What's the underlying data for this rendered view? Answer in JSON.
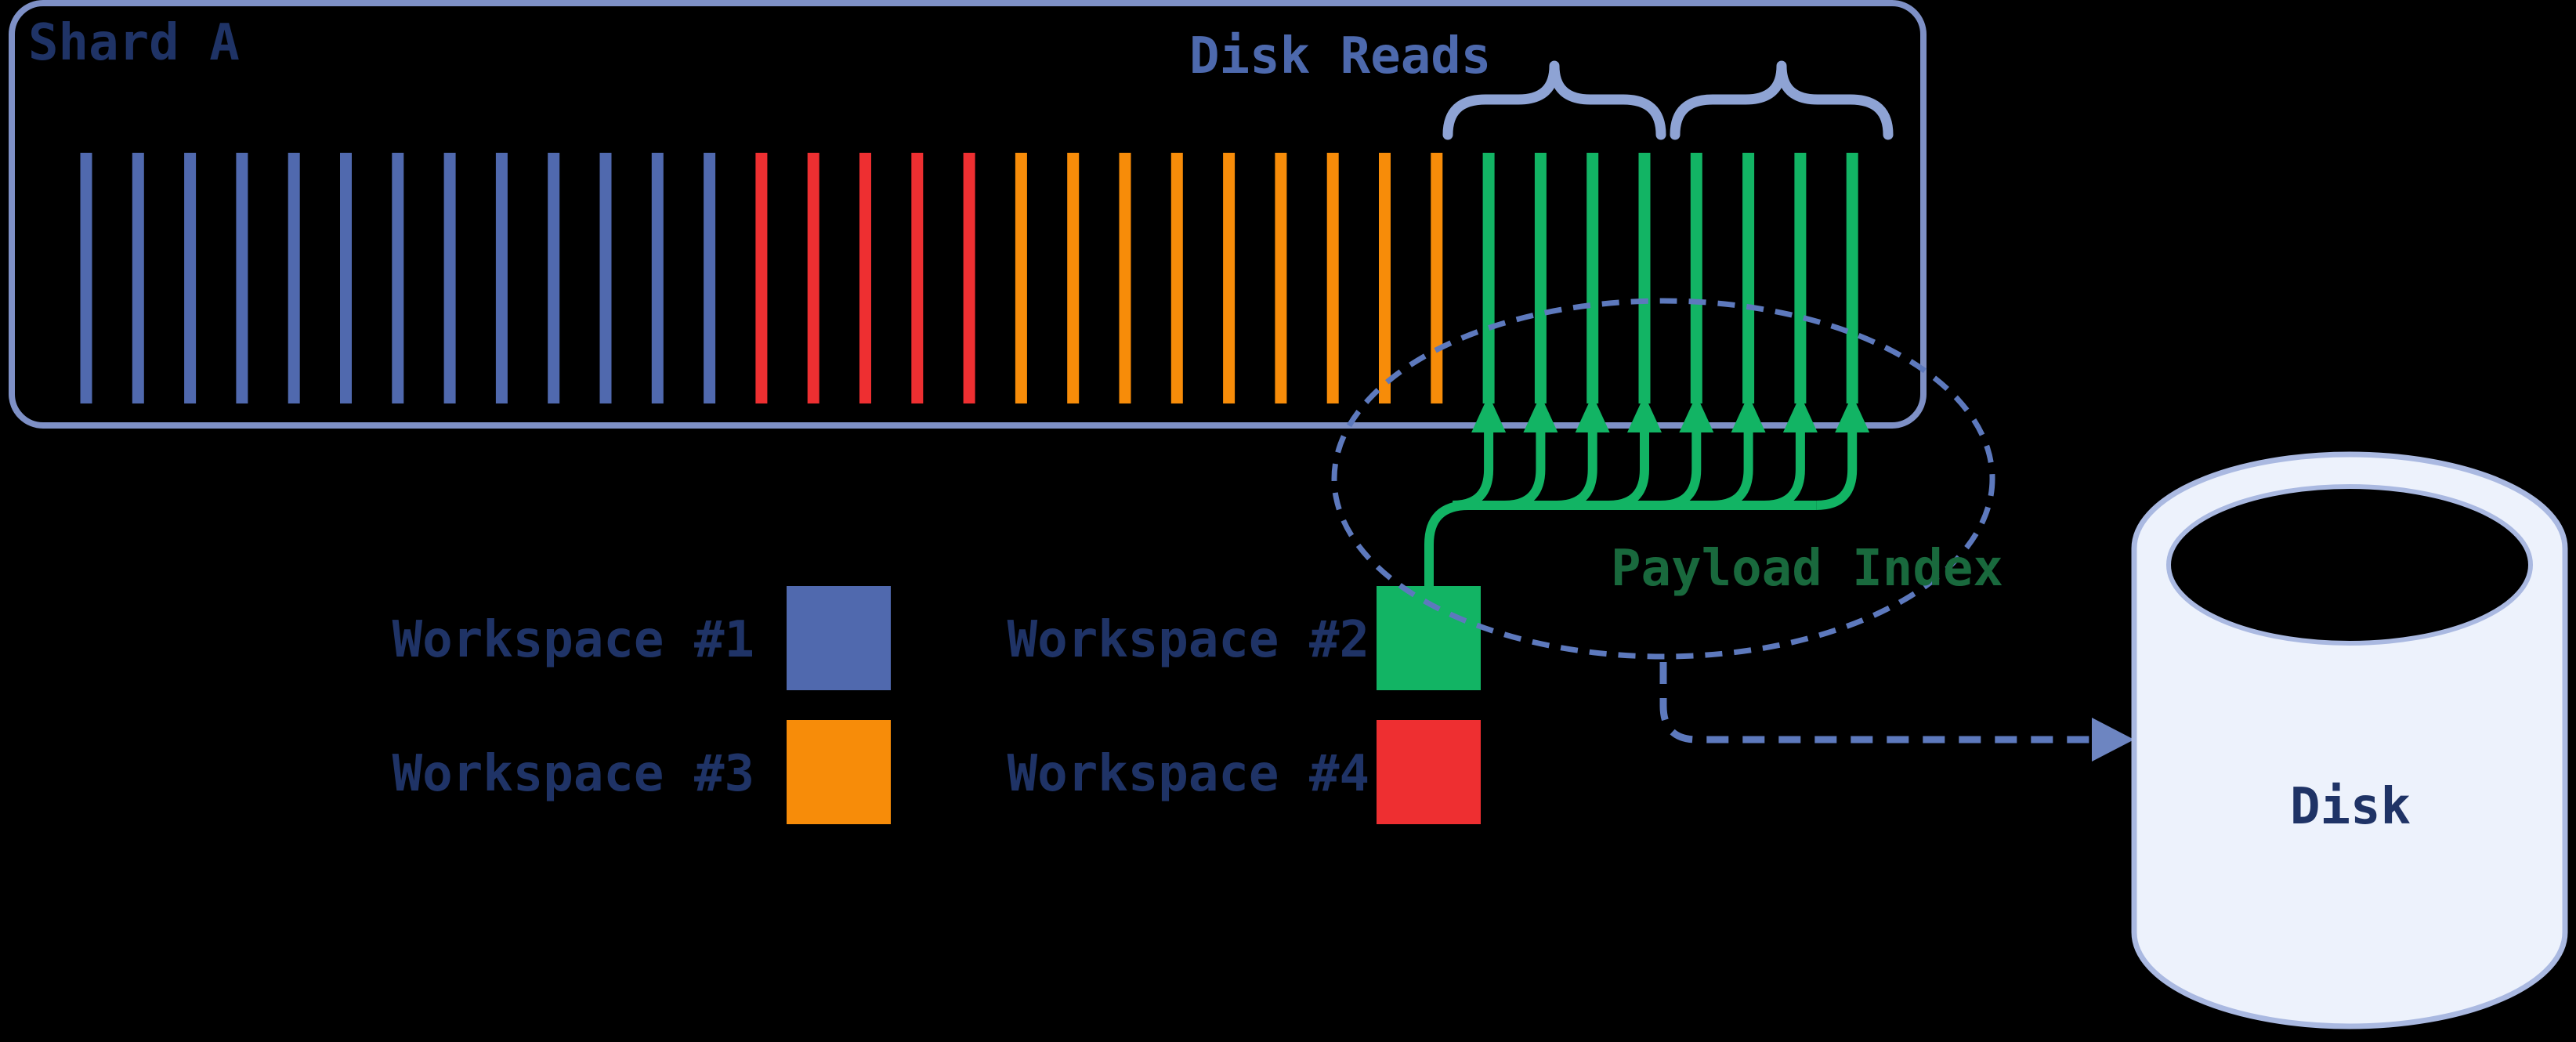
{
  "shard": {
    "label": "Shard A"
  },
  "disk_reads": {
    "label": "Disk Reads",
    "brace_groups": [
      4,
      4
    ]
  },
  "payload_index": {
    "label": "Payload Index",
    "arrow_count": 8
  },
  "disk": {
    "label": "Disk"
  },
  "shard_segments": [
    {
      "workspace": "Workspace #1",
      "color_key": "workspace1",
      "bars": 13
    },
    {
      "workspace": "Workspace #4",
      "color_key": "workspace4",
      "bars": 5
    },
    {
      "workspace": "Workspace #3",
      "color_key": "workspace3",
      "bars": 9
    },
    {
      "workspace": "Workspace #2",
      "color_key": "workspace2",
      "bars": 8
    }
  ],
  "legend": [
    {
      "label": "Workspace #1",
      "color_key": "workspace1"
    },
    {
      "label": "Workspace #2",
      "color_key": "workspace2"
    },
    {
      "label": "Workspace #3",
      "color_key": "workspace3"
    },
    {
      "label": "Workspace #4",
      "color_key": "workspace4"
    }
  ],
  "colors": {
    "background": "#000000",
    "box_border": "#7e90c6",
    "brace": "#8ea3d4",
    "navy_text": "#1f3366",
    "disk_reads_text": "#4d69ad",
    "payload_index_text": "#19693d",
    "dashed": "#5d79bd",
    "arrowhead": "#6d85c1",
    "workspace1": "#5069ae",
    "workspace2": "#12b464",
    "workspace3": "#f78c09",
    "workspace4": "#ee2f31",
    "disk_fill": "#edf2fc",
    "disk_stroke": "#aab9e1"
  }
}
